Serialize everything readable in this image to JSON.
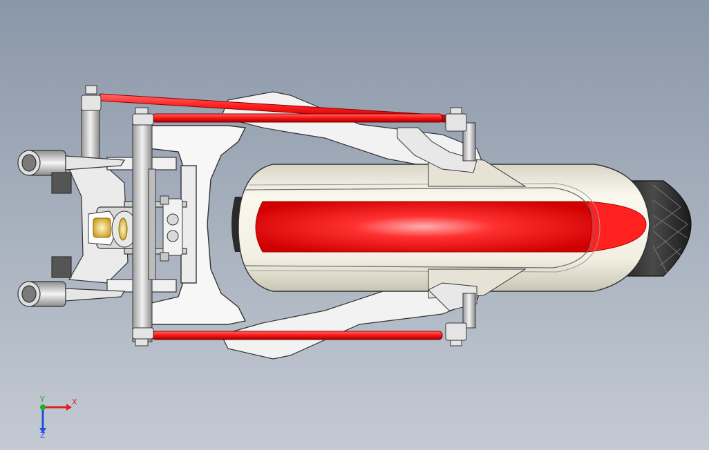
{
  "viewport": {
    "background_top": "#8a97a8",
    "background_bottom": "#c4cad3"
  },
  "colors": {
    "tie_rod": "#e8141c",
    "tire_band": "#ff1a1a",
    "fender_white": "#f4f1e6",
    "frame": "#f7f7f7",
    "frame_outline": "#3a3a3a",
    "tire_tread": "#2b2b2b",
    "hardware": "#d9d9d9",
    "bushing_gold": "#e8c64a"
  },
  "triad": {
    "x_label": "X",
    "y_label": "Y",
    "z_label": "Z",
    "x_color": "#e02020",
    "y_color": "#20b020",
    "z_color": "#2050e0"
  }
}
